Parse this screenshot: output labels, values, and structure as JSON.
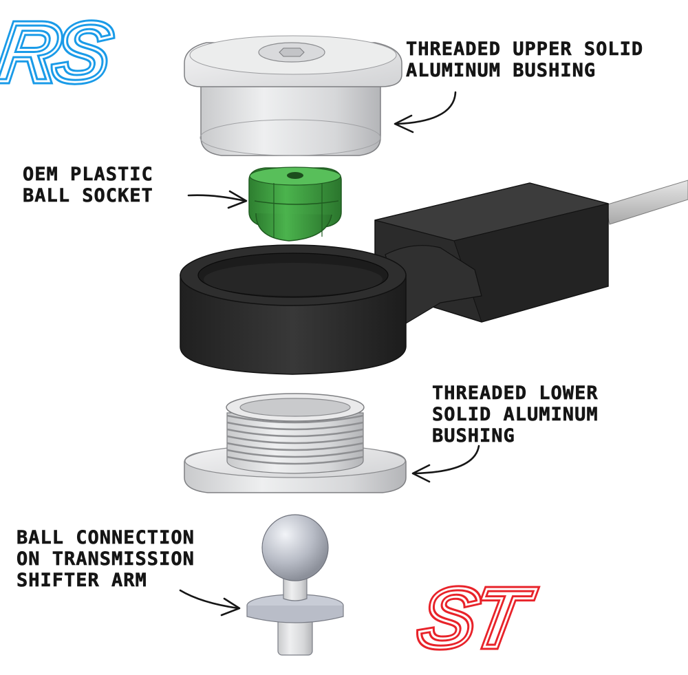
{
  "logos": {
    "rs": {
      "text": "RS",
      "color": "#1a9be8"
    },
    "st": {
      "text": "ST",
      "color": "#e8232a"
    }
  },
  "labels": {
    "upper_bushing": {
      "line1": "THREADED UPPER SOLID",
      "line2": "ALUMINUM BUSHING"
    },
    "ball_socket": {
      "line1": "OEM PLASTIC",
      "line2": "BALL SOCKET"
    },
    "lower_bushing": {
      "line1": "THREADED LOWER",
      "line2": "SOLID ALUMINUM",
      "line3": "BUSHING"
    },
    "ball_connection": {
      "line1": "BALL CONNECTION",
      "line2": "ON TRANSMISSION",
      "line3": "SHIFTER ARM"
    }
  },
  "colors": {
    "aluminum": "#d9dadc",
    "socket_green": "#3a9e3c",
    "housing_black": "#2a2a2a",
    "text": "#151515"
  }
}
